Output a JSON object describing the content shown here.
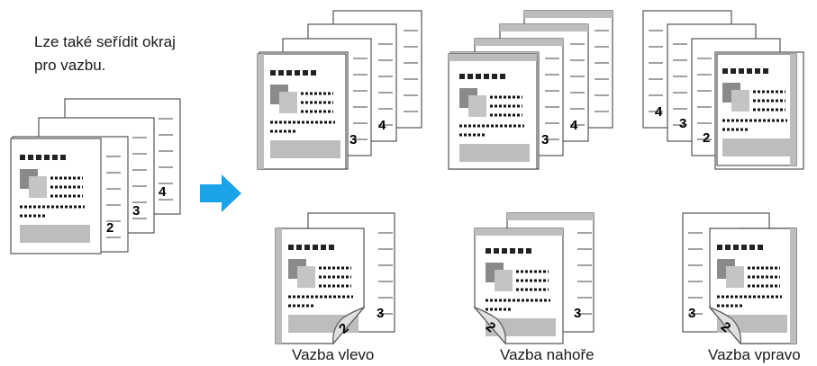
{
  "note": {
    "line1": "Lze také seřídit okraj",
    "line2": "pro vazbu."
  },
  "page_numbers": {
    "p2": "2",
    "p3": "3",
    "p4": "4"
  },
  "captions": {
    "left": "Vazba vlevo",
    "top": "Vazba nahoře",
    "right": "Vazba vpravo"
  },
  "colors": {
    "arrow": "#1aa3e8",
    "binding_strip": "#bdbdbd",
    "text_dots": "#111111",
    "image_dark": "#8a8a8a",
    "image_light": "#c4c4c4",
    "footer_block": "#bdbdbd"
  },
  "icons": {
    "arrow": "right-arrow-icon"
  }
}
